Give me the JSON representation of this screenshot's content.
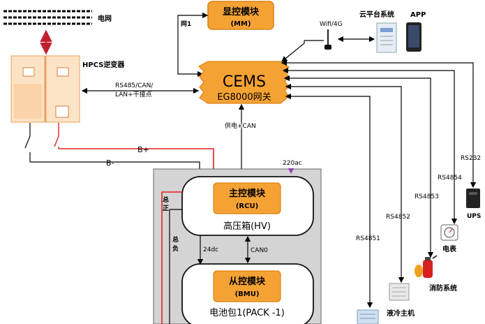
{
  "grid": {
    "label": "电网"
  },
  "inverter": {
    "label": "HPCS逆变器"
  },
  "display_module": {
    "title": "显控模块",
    "subtitle": "(MM)"
  },
  "cems": {
    "title": "CEMS",
    "subtitle": "EG8000网关"
  },
  "links": {
    "net": "网1",
    "wifi": "Wifi/4G",
    "inverter_link_1": "RS485/CAN/",
    "inverter_link_2": "LAN+干接点",
    "power_can": "供电+CAN",
    "ac220": "220ac",
    "dc24": "24dc",
    "can0": "CAN0",
    "b_plus": "B+",
    "b_minus": "B-",
    "total_pos": "总正",
    "total_neg": "总负"
  },
  "cloud": {
    "platform": "云平台系统",
    "app": "APP"
  },
  "hv_box": {
    "module": "主控模块",
    "module_sub": "(RCU)",
    "label": "高压箱(HV)"
  },
  "pack": {
    "module": "从控模块",
    "module_sub": "(BMU)",
    "label": "电池包1(PACK -1)"
  },
  "peripherals": {
    "ups": {
      "bus": "RS232",
      "label": "UPS"
    },
    "meter": {
      "bus": "RS4854",
      "label": "电表"
    },
    "fire": {
      "bus": "RS4853",
      "label": "消防系统"
    },
    "cooler": {
      "bus": "RS4852",
      "label": "液冷主机"
    },
    "other": {
      "bus": "RS4851"
    }
  },
  "colors": {
    "module_orange": "#f5a234",
    "label_orange": "#e8870c",
    "bus_red": "#e02020",
    "rack_gray": "#d4d4d4"
  }
}
